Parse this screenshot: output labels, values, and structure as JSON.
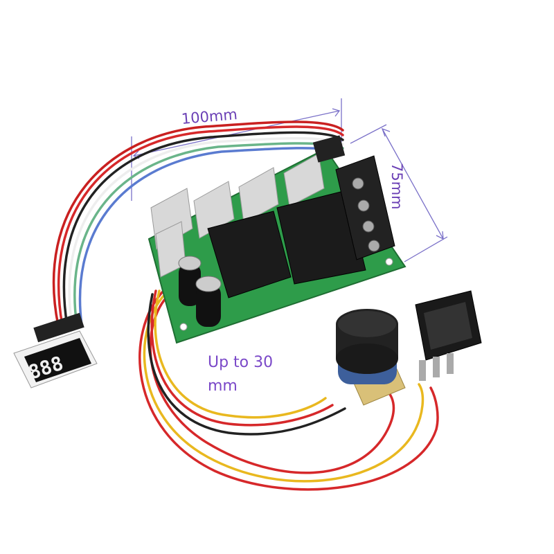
{
  "dimensions": {
    "width_label": "100mm",
    "height_label": "75mm"
  },
  "annotation": {
    "text": "Up to 30 mm"
  },
  "display": {
    "digits": "888"
  },
  "colors": {
    "pcb": "#2e9c4a",
    "annotation": "#6a3fb5",
    "wire_red": "#d6282a",
    "wire_yellow": "#e9b81f",
    "wire_black": "#222222",
    "wire_white": "#eeeeee",
    "wire_green": "#6ab58a",
    "wire_blue": "#5a7bd0"
  }
}
